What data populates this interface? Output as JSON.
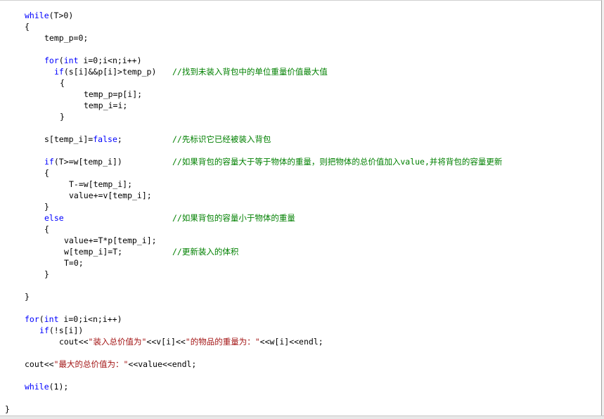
{
  "colors": {
    "keyword": "#0000ff",
    "comment": "#008000",
    "string": "#a31515",
    "text": "#000000",
    "background": "#ffffff"
  },
  "code": {
    "l01": {
      "kw": "while",
      "rest": "(T>0)"
    },
    "l02": {
      "text": "{"
    },
    "l03": {
      "text": "temp_p=0;"
    },
    "l04": {
      "kw": "for",
      "kw2": "int",
      "a": "(",
      "b": " i=0;i<n;i++)"
    },
    "l05": {
      "kw": "if",
      "rest": "(s[i]&&p[i]>temp_p)",
      "comment": "//找到未装入背包中的单位重量价值最大值"
    },
    "l06": {
      "text": "{"
    },
    "l07": {
      "text": "temp_p=p[i];"
    },
    "l08": {
      "text": "temp_i=i;"
    },
    "l09": {
      "text": "}"
    },
    "l10": {
      "a": "s[temp_i]=",
      "kw": "false",
      "b": ";",
      "comment": "//先标识它已经被装入背包"
    },
    "l11": {
      "kw": "if",
      "rest": "(T>=w[temp_i])",
      "comment": "//如果背包的容量大于等于物体的重量，则把物体的总价值加入value,并将背包的容量更新"
    },
    "l12": {
      "text": "{"
    },
    "l13": {
      "text": "T-=w[temp_i];"
    },
    "l14": {
      "text": "value+=v[temp_i];"
    },
    "l15": {
      "text": "}"
    },
    "l16": {
      "kw": "else",
      "comment": "//如果背包的容量小于物体的重量"
    },
    "l17": {
      "text": "{"
    },
    "l18": {
      "text": "value+=T*p[temp_i];"
    },
    "l19": {
      "text": "w[temp_i]=T;",
      "comment": "//更新装入的体积"
    },
    "l20": {
      "text": "T=0;"
    },
    "l21": {
      "text": "}"
    },
    "l22": {
      "text": "}"
    },
    "l23": {
      "kw": "for",
      "kw2": "int",
      "a": "(",
      "b": " i=0;i<n;i++)"
    },
    "l24": {
      "kw": "if",
      "rest": "(!s[i])"
    },
    "l25": {
      "a": "cout<<",
      "s1": "\"装入总价值为\"",
      "b": "<<v[i]<<",
      "s2": "\"的物品的重量为：\"",
      "c": "<<w[i]<<endl;"
    },
    "l26": {
      "a": "cout<<",
      "s1": "\"最大的总价值为：\"",
      "b": "<<value<<endl;"
    },
    "l27": {
      "kw": "while",
      "rest": "(1);"
    },
    "l28": {
      "text": "}"
    }
  }
}
